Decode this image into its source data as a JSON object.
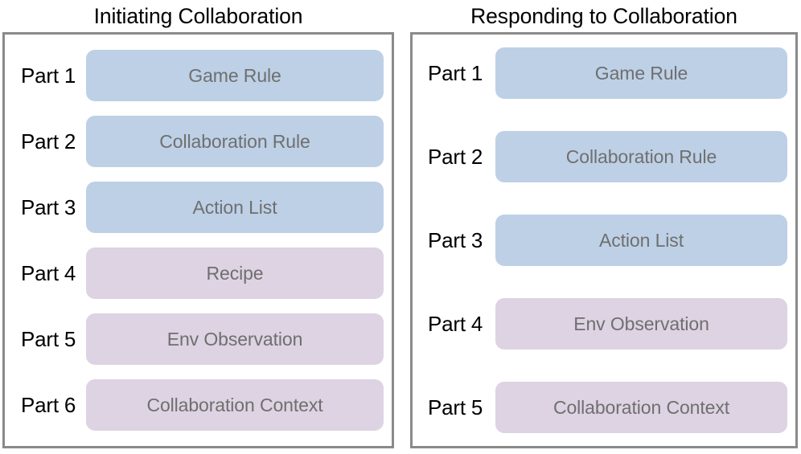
{
  "colors": {
    "pill_blue": "#bdd0e6",
    "pill_purple": "#ddd3e3",
    "panel_border": "#8a8a8a",
    "pill_text": "#6f6f6f",
    "part_text": "#000000",
    "background": "#ffffff"
  },
  "columns": [
    {
      "title": "Initiating Collaboration",
      "rows": [
        {
          "part": "Part 1",
          "label": "Game Rule",
          "color": "#bdd0e6",
          "kind": "blue"
        },
        {
          "part": "Part 2",
          "label": "Collaboration Rule",
          "color": "#bdd0e6",
          "kind": "blue"
        },
        {
          "part": "Part 3",
          "label": "Action List",
          "color": "#bdd0e6",
          "kind": "blue"
        },
        {
          "part": "Part 4",
          "label": "Recipe",
          "color": "#ddd3e3",
          "kind": "purple"
        },
        {
          "part": "Part 5",
          "label": "Env Observation",
          "color": "#ddd3e3",
          "kind": "purple"
        },
        {
          "part": "Part 6",
          "label": "Collaboration Context",
          "color": "#ddd3e3",
          "kind": "purple"
        }
      ]
    },
    {
      "title": "Responding to Collaboration",
      "rows": [
        {
          "part": "Part 1",
          "label": "Game Rule",
          "color": "#bdd0e6",
          "kind": "blue"
        },
        {
          "part": "Part 2",
          "label": "Collaboration Rule",
          "color": "#bdd0e6",
          "kind": "blue"
        },
        {
          "part": "Part 3",
          "label": "Action List",
          "color": "#bdd0e6",
          "kind": "blue"
        },
        {
          "part": "Part 4",
          "label": "Env Observation",
          "color": "#ddd3e3",
          "kind": "purple"
        },
        {
          "part": "Part 5",
          "label": "Collaboration Context",
          "color": "#ddd3e3",
          "kind": "purple"
        }
      ]
    }
  ]
}
